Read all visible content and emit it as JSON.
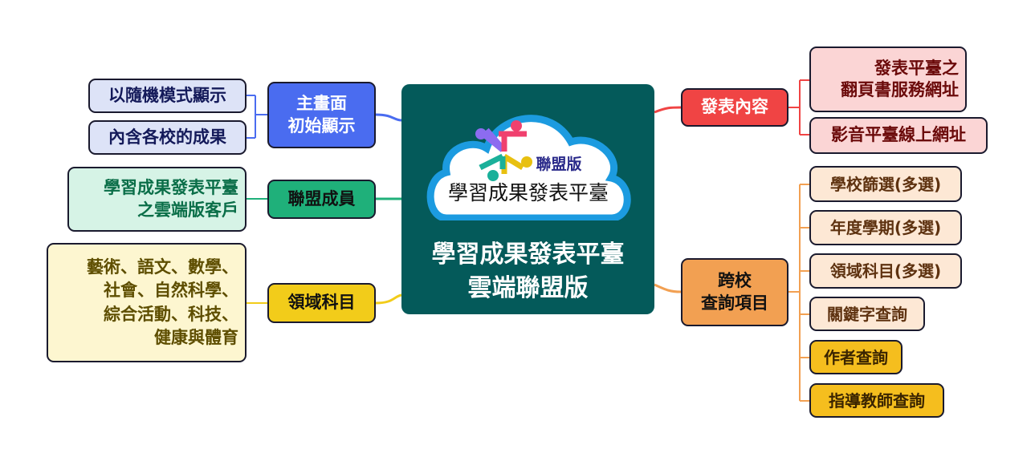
{
  "center": {
    "logo_badge": "聯盟版",
    "logo_text": "學習成果發表平臺",
    "title_line1": "學習成果發表平臺",
    "title_line2": "雲端聯盟版"
  },
  "left": [
    {
      "label": "主畫面\n初始顯示",
      "children": [
        "以隨機模式顯示",
        "內含各校的成果"
      ]
    },
    {
      "label": "聯盟成員",
      "children": [
        "學習成果發表平臺\n之雲端版客戶"
      ]
    },
    {
      "label": "領域科目",
      "children": [
        "藝術、語文、數學、\n社會、自然科學、\n綜合活動、科技、\n健康與體育"
      ]
    }
  ],
  "right": [
    {
      "label": "發表內容",
      "children": [
        "發表平臺之\n翻頁書服務網址",
        "影音平臺線上網址"
      ]
    },
    {
      "label": "跨校\n查詢項目",
      "children": [
        "學校篩選(多選)",
        "年度學期(多選)",
        "領域科目(多選)",
        "關鍵字查詢",
        "作者查詢",
        "指導教師查詢"
      ]
    }
  ],
  "colors": {
    "center": "#045a5a",
    "blue": "#4a6cf0",
    "green": "#1fb07a",
    "yellow": "#f2cc1a",
    "red": "#f04444",
    "orange": "#f2a052"
  }
}
